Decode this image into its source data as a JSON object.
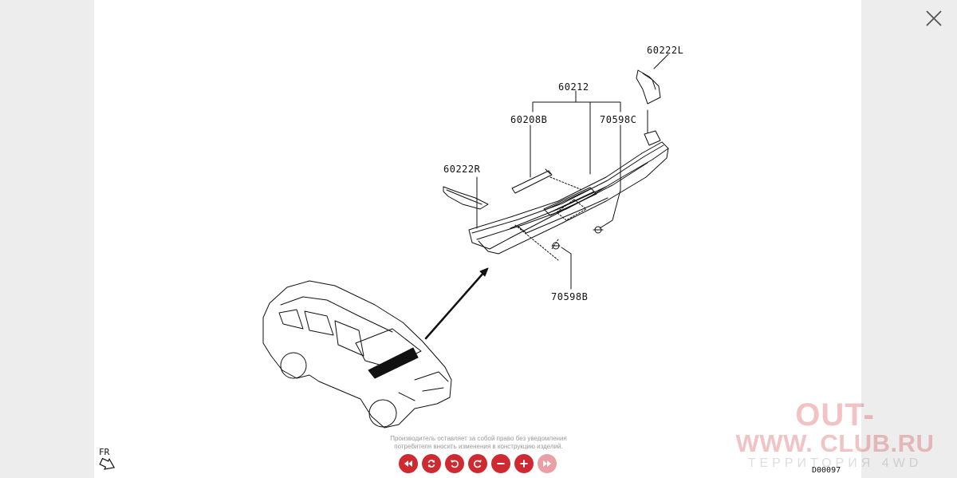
{
  "viewer": {
    "close_icon": "close-icon",
    "disclaimer_line1": "Производитель оставляет за собой право без уведомления",
    "disclaimer_line2": "потребителя вносить изменения в конструкцию изделий.",
    "toolbar": [
      {
        "name": "first-page-button",
        "icon": "rewind-icon",
        "dim": false
      },
      {
        "name": "reset-view-button",
        "icon": "refresh-icon",
        "dim": false
      },
      {
        "name": "rotate-left-button",
        "icon": "rotate-left-icon",
        "dim": false
      },
      {
        "name": "rotate-right-button",
        "icon": "rotate-right-icon",
        "dim": false
      },
      {
        "name": "zoom-out-button",
        "icon": "minus-icon",
        "dim": false
      },
      {
        "name": "zoom-in-button",
        "icon": "plus-icon",
        "dim": false
      },
      {
        "name": "last-page-button",
        "icon": "fast-forward-icon",
        "dim": true
      }
    ],
    "accent_color": "#cf2a32"
  },
  "diagram": {
    "callouts": {
      "c60222L": "60222L",
      "c60212": "60212",
      "c60208B": "60208B",
      "c70598C": "70598C",
      "c60222R": "60222R",
      "c70598B": "70598B"
    },
    "direction_label": "FR",
    "sheet_code": "D00097"
  },
  "watermark": {
    "line1": "OUT-",
    "line2": "WWW. CLUB.RU",
    "line3": "ТЕРРИТОРИЯ 4WD"
  }
}
